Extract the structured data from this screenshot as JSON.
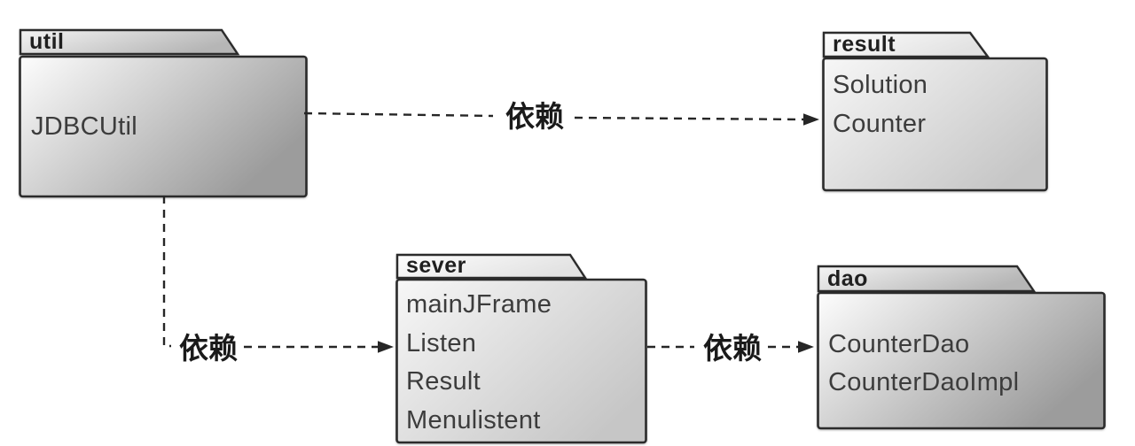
{
  "diagram": {
    "type": "uml-package-dependency-diagram",
    "packages": [
      {
        "name": "util",
        "classes": [
          "JDBCUtil"
        ]
      },
      {
        "name": "result",
        "classes": [
          "Solution",
          "Counter"
        ]
      },
      {
        "name": "sever",
        "classes": [
          "mainJFrame",
          "Listen",
          "Result",
          "Menulistent"
        ]
      },
      {
        "name": "dao",
        "classes": [
          "CounterDao",
          "CounterDaoImpl"
        ]
      }
    ],
    "edges": [
      {
        "from": "util",
        "to": "result",
        "label": "依赖",
        "style": "dashed-arrow"
      },
      {
        "from": "util",
        "to": "sever",
        "label": "依赖",
        "style": "dashed-arrow"
      },
      {
        "from": "sever",
        "to": "dao",
        "label": "依赖",
        "style": "dashed-arrow"
      }
    ]
  },
  "colors": {
    "background": "#ffffff",
    "shape_border": "#2b2b2b",
    "fill_light": "#fcfcfc",
    "fill_dark": "#9c9c9c",
    "fill_soft_light": "#f7f7f7",
    "fill_soft_dark": "#c6c6c6",
    "text": "#3c3c3c",
    "arrow": "#262626"
  }
}
